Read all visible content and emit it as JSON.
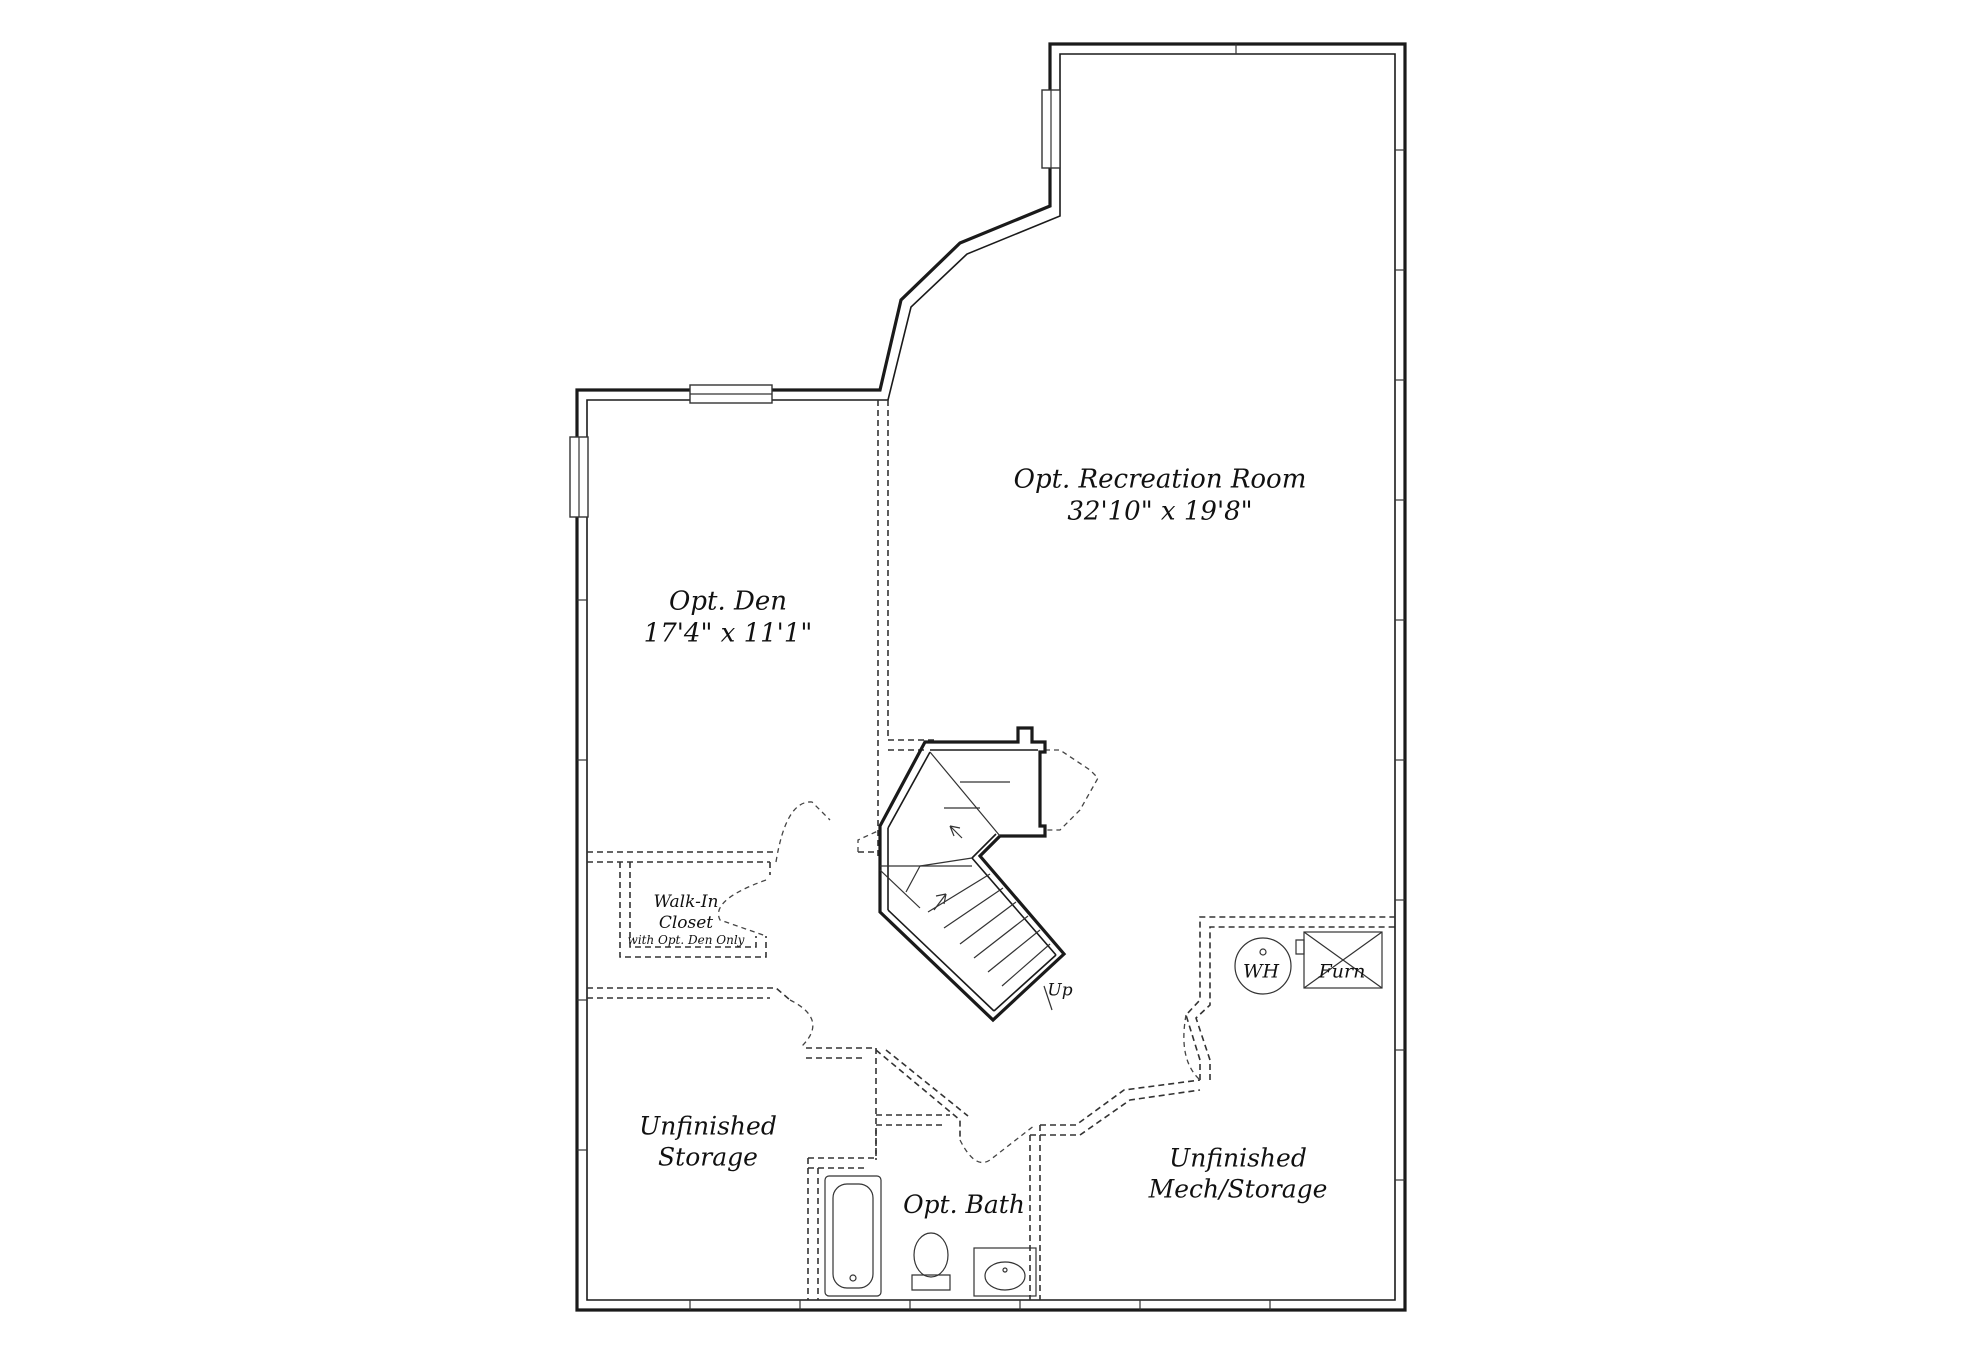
{
  "rooms": {
    "recreation": {
      "name": "Opt. Recreation Room",
      "size": "32'10\" x 19'8\""
    },
    "den": {
      "name": "Opt. Den",
      "size": "17'4\" x 11'1\""
    },
    "closet": {
      "line1": "Walk-In",
      "line2": "Closet",
      "note": "with Opt. Den Only"
    },
    "storage": {
      "line1": "Unfinished",
      "line2": "Storage"
    },
    "mech": {
      "line1": "Unfinished",
      "line2": "Mech/Storage"
    },
    "bath": {
      "name": "Opt. Bath"
    }
  },
  "fixtures": {
    "water_heater": "WH",
    "furnace": "Furn",
    "stair_direction": "Up"
  }
}
